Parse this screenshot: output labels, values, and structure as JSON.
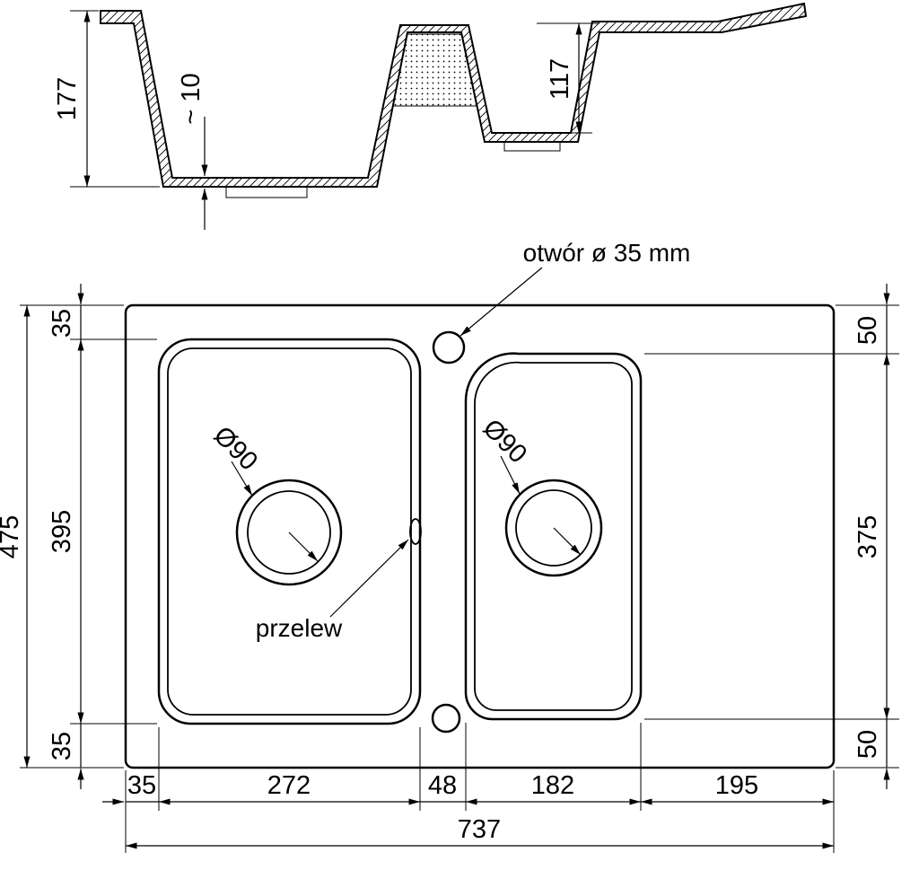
{
  "colors": {
    "line": "#000000",
    "background": "#ffffff"
  },
  "drawing": {
    "section": {
      "depth_total": "177",
      "wall_thickness": "~ 10",
      "depth_secondary": "117"
    },
    "plan": {
      "tap_hole_label": "otwór ø 35 mm",
      "overflow_label": "przelew",
      "drain_left": "Ø90",
      "drain_right": "Ø90",
      "height_total": "475",
      "left_top": "35",
      "left_middle": "395",
      "left_bottom": "35",
      "right_top": "50",
      "right_middle": "375",
      "right_bottom": "50",
      "bottom_margin_left": "35",
      "bottom_bowl_left": "272",
      "bottom_gap": "48",
      "bottom_bowl_right": "182",
      "bottom_drainer": "195",
      "width_total": "737"
    }
  }
}
